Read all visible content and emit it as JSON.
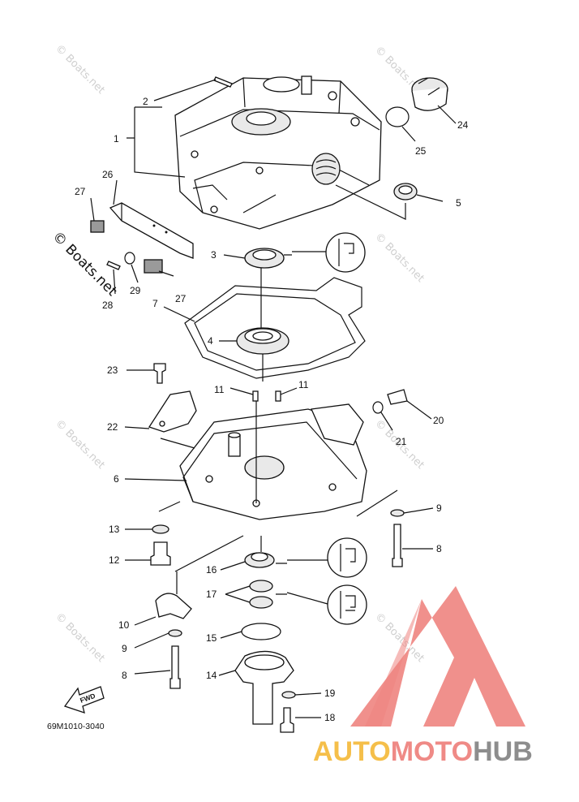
{
  "diagram": {
    "callouts": [
      "1",
      "2",
      "3",
      "4",
      "5",
      "6",
      "7",
      "8",
      "8",
      "9",
      "9",
      "10",
      "11",
      "11",
      "12",
      "13",
      "14",
      "15",
      "16",
      "17",
      "18",
      "19",
      "20",
      "21",
      "22",
      "23",
      "24",
      "25",
      "26",
      "27",
      "27",
      "28",
      "29"
    ],
    "part_code": "69M1010-3040",
    "fwd_label": "FWD",
    "watermark": "© Boats.net",
    "logo": {
      "part1": "AUTO",
      "part2": "MOTO",
      "part3": "HUB"
    },
    "colors": {
      "logo_triangle": "#ee8480",
      "logo_auto": "#f5bf4a",
      "logo_moto": "#ef8a86",
      "logo_hub": "#8d8d8d",
      "line": "#111111"
    }
  }
}
